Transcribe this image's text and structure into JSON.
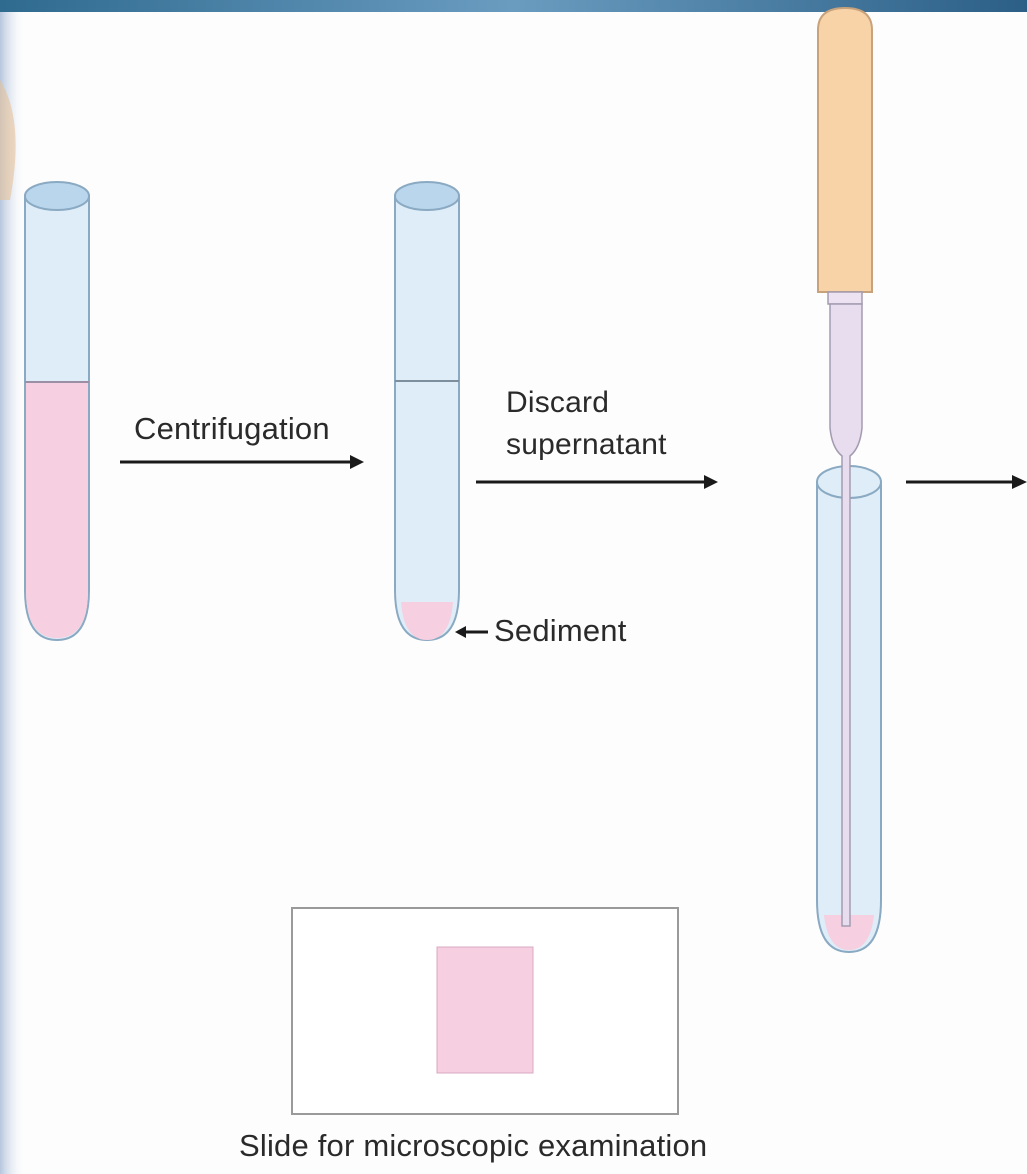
{
  "labels": {
    "centrifugation": "Centrifugation",
    "discard_line1": "Discard",
    "discard_line2": "supernatant",
    "sediment": "Sediment",
    "slide_caption": "Slide for microscopic examination"
  },
  "colors": {
    "tube_fill": "#deedf7",
    "tube_outline": "#8aa9c2",
    "tube_rim": "#b9d6ec",
    "specimen_pink": "#f6cfe0",
    "bulb_orange": "#f9d3a8",
    "pipette_stem": "#e8dcef",
    "arrow": "#1a1a1a",
    "slide_border": "#9a9a9a",
    "background_left_edge": "#c8d4e6"
  }
}
